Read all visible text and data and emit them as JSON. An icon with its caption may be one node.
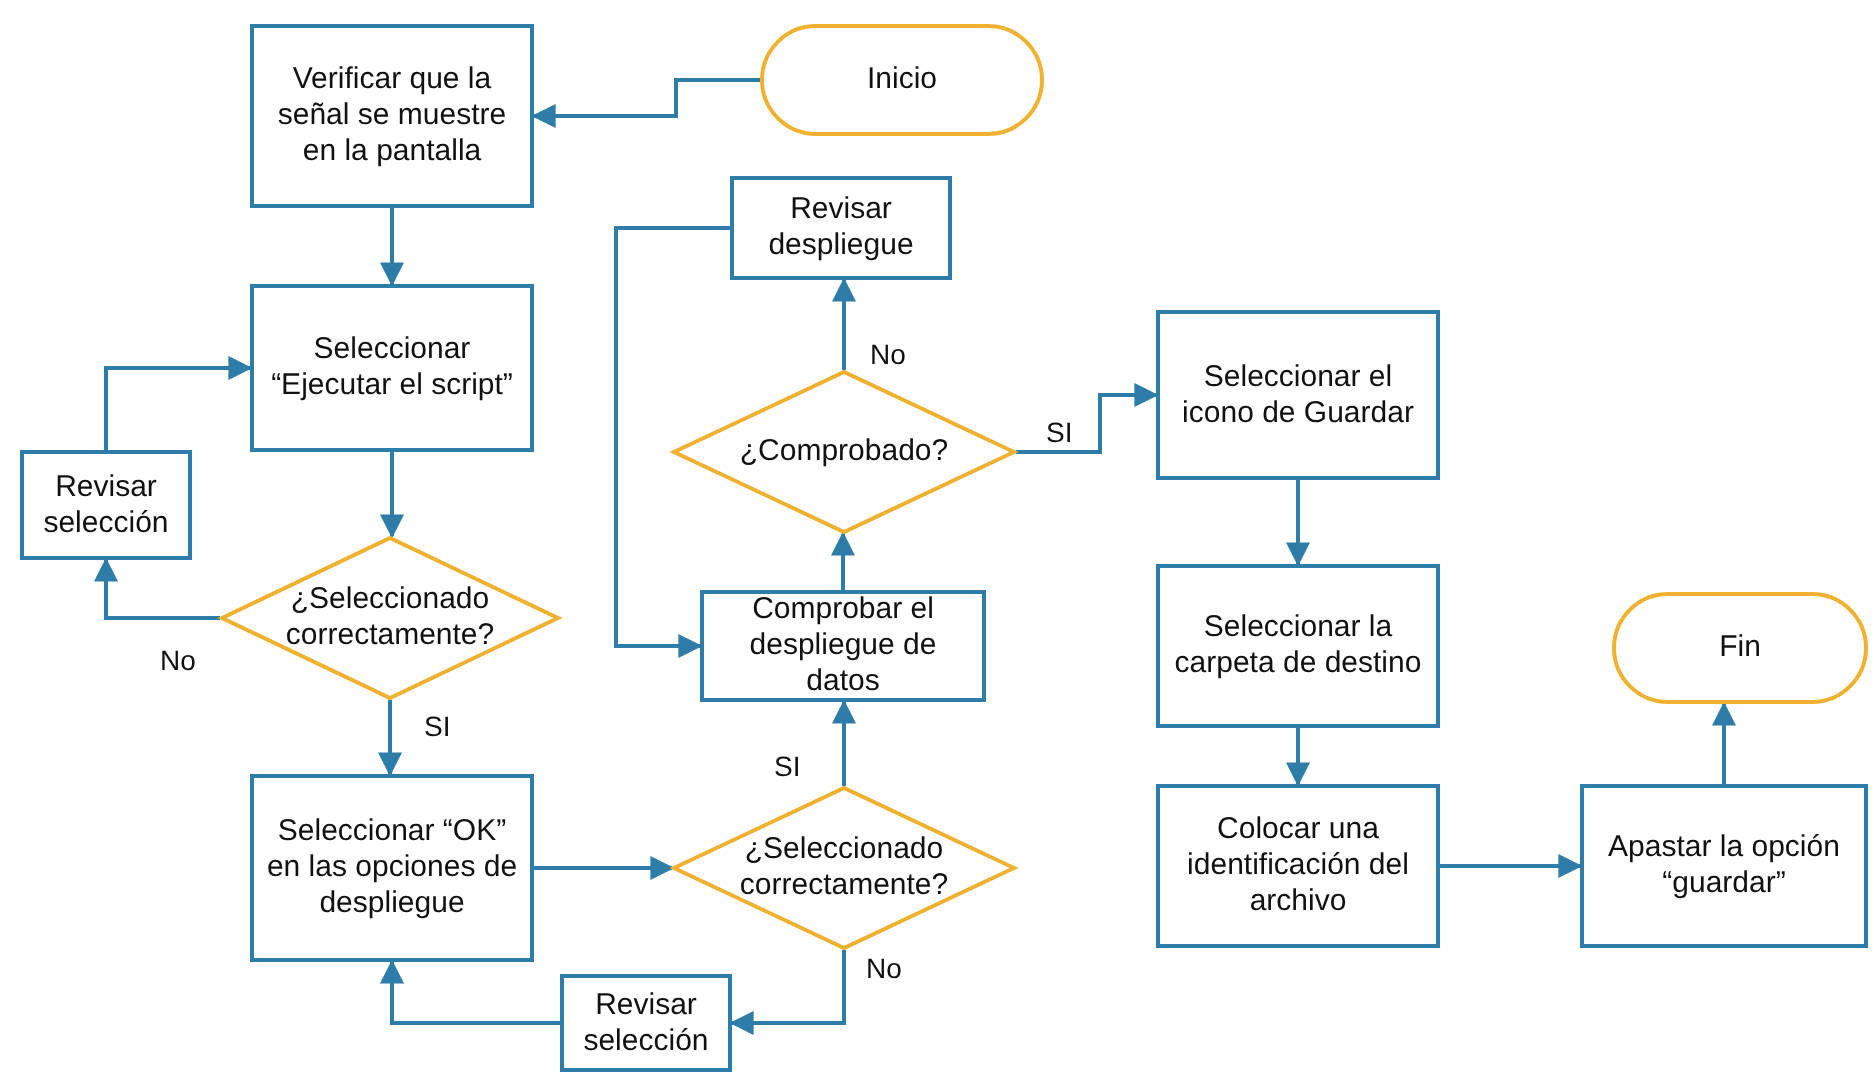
{
  "diagram": {
    "nodes": [
      {
        "text": [
          "Verificar que la señal se muestre en la pantalla"
        ]
      },
      {
        "text": [
          "Inicio"
        ]
      },
      {
        "text": [
          "Revisar despliegue"
        ]
      },
      {
        "text": [
          "Seleccionar “Ejecutar el script”"
        ]
      },
      {
        "text": [
          "Seleccionar el icono de Guardar"
        ]
      },
      {
        "text": [
          "¿Comprobado?"
        ]
      },
      {
        "text": [
          "Revisar selección"
        ]
      },
      {
        "text": [
          "¿Seleccionado correctamente?"
        ]
      },
      {
        "text": [
          "Seleccionar la carpeta de destino"
        ]
      },
      {
        "text": [
          "Comprobar el despliegue de datos"
        ]
      },
      {
        "text": [
          "Fin"
        ]
      },
      {
        "text": [
          "Seleccionar “OK” en las opciones de despliegue"
        ]
      },
      {
        "text": [
          "¿Seleccionado correctamente?"
        ]
      },
      {
        "text": [
          "Colocar una identificación del archivo"
        ]
      },
      {
        "text": [
          "Apastar la opción “guardar”"
        ]
      },
      {
        "text": [
          "Revisar selección"
        ]
      }
    ],
    "edges": [
      {
        "from": 1,
        "to": 0,
        "arrow": "to"
      },
      {
        "from": 0,
        "to": 3,
        "arrow": "to"
      },
      {
        "from": 3,
        "to": 7,
        "arrow": "to"
      },
      {
        "from": 7,
        "to": 6,
        "arrow": "to",
        "label": "No"
      },
      {
        "from": 6,
        "to": 3,
        "arrow": "to"
      },
      {
        "from": 7,
        "to": 11,
        "arrow": "to",
        "label": "SI"
      },
      {
        "from": 11,
        "to": 12,
        "arrow": "to"
      },
      {
        "from": 12,
        "to": 9,
        "arrow": "to",
        "label": "SI"
      },
      {
        "from": 12,
        "to": 15,
        "arrow": "to",
        "label": "No"
      },
      {
        "from": 15,
        "to": 11,
        "arrow": "to"
      },
      {
        "from": 9,
        "to": 5,
        "arrow": "to"
      },
      {
        "from": 5,
        "to": 2,
        "arrow": "to",
        "label": "No"
      },
      {
        "from": 2,
        "to": 9,
        "arrow": "to"
      },
      {
        "from": 5,
        "to": 4,
        "arrow": "to",
        "label": "SI"
      },
      {
        "from": 4,
        "to": 8,
        "arrow": "to"
      },
      {
        "from": 8,
        "to": 13,
        "arrow": "to"
      },
      {
        "from": 13,
        "to": 14,
        "arrow": "to"
      },
      {
        "from": 14,
        "to": 10,
        "arrow": "to"
      }
    ]
  }
}
